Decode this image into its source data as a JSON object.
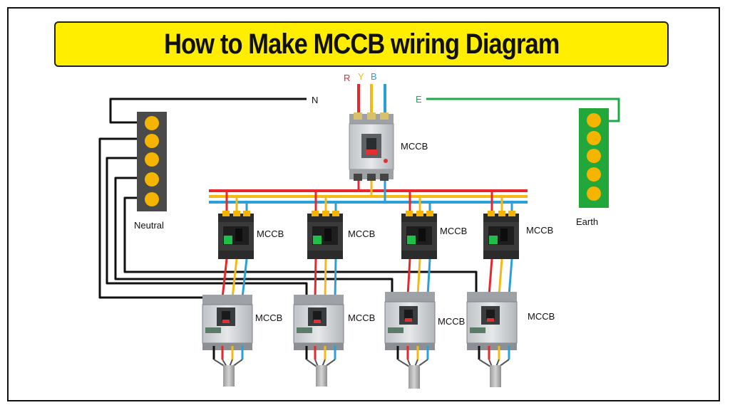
{
  "title": "How to Make MCCB wiring Diagram",
  "labels": {
    "phase_r": "R",
    "phase_y": "Y",
    "phase_b": "B",
    "neutral_line": "N",
    "earth_line": "E",
    "main_breaker": "MCCB",
    "neutral_bar": "Neutral",
    "earth_bar": "Earth"
  },
  "upper_breakers": [
    "MCCB",
    "MCCB",
    "MCCB",
    "MCCB"
  ],
  "lower_breakers": [
    "MCCB",
    "MCCB",
    "MCCB",
    "MCCB"
  ],
  "colors": {
    "banner": "#ffee00",
    "red_phase": "#e8262b",
    "yellow_phase": "#f5b915",
    "blue_phase": "#2a9fd8",
    "neutral_wire": "#111111",
    "earth_wire": "#1fa84a",
    "neutral_bar": "#4a4a4a",
    "earth_bar": "#22a83a",
    "terminal": "#f4b400"
  }
}
